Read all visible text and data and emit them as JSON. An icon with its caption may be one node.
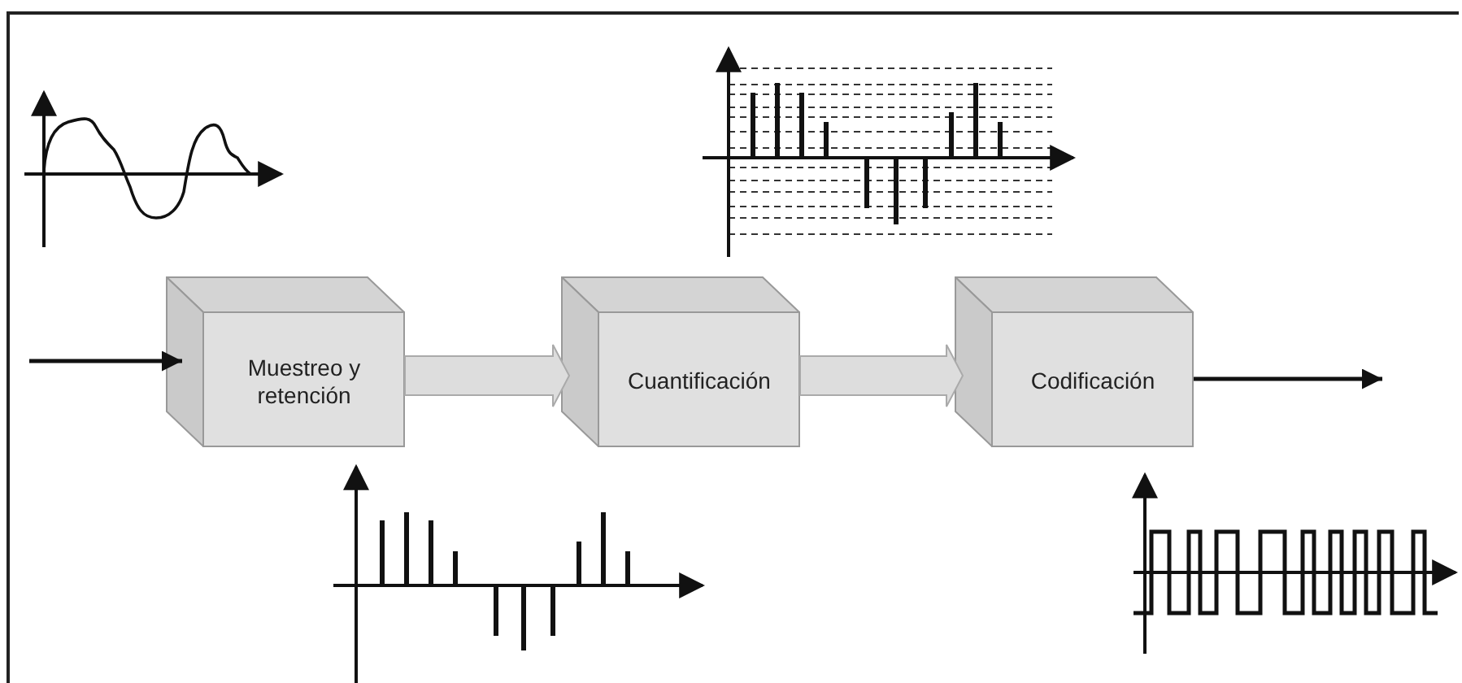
{
  "diagram": {
    "nodes": [
      {
        "text": [
          "Muestreo y retención"
        ]
      },
      {
        "text": [
          "Cuantificación"
        ]
      },
      {
        "text": [
          "Codificación"
        ]
      }
    ],
    "edges": [
      {
        "from": null,
        "to": 0,
        "arrow": "to"
      },
      {
        "from": 0,
        "to": 1,
        "arrow": "to",
        "style": "thick",
        "color": "#dddddd"
      },
      {
        "from": 1,
        "to": 2,
        "arrow": "to",
        "style": "thick",
        "color": "#dddddd"
      },
      {
        "from": 2,
        "to": null,
        "arrow": "to"
      }
    ]
  }
}
